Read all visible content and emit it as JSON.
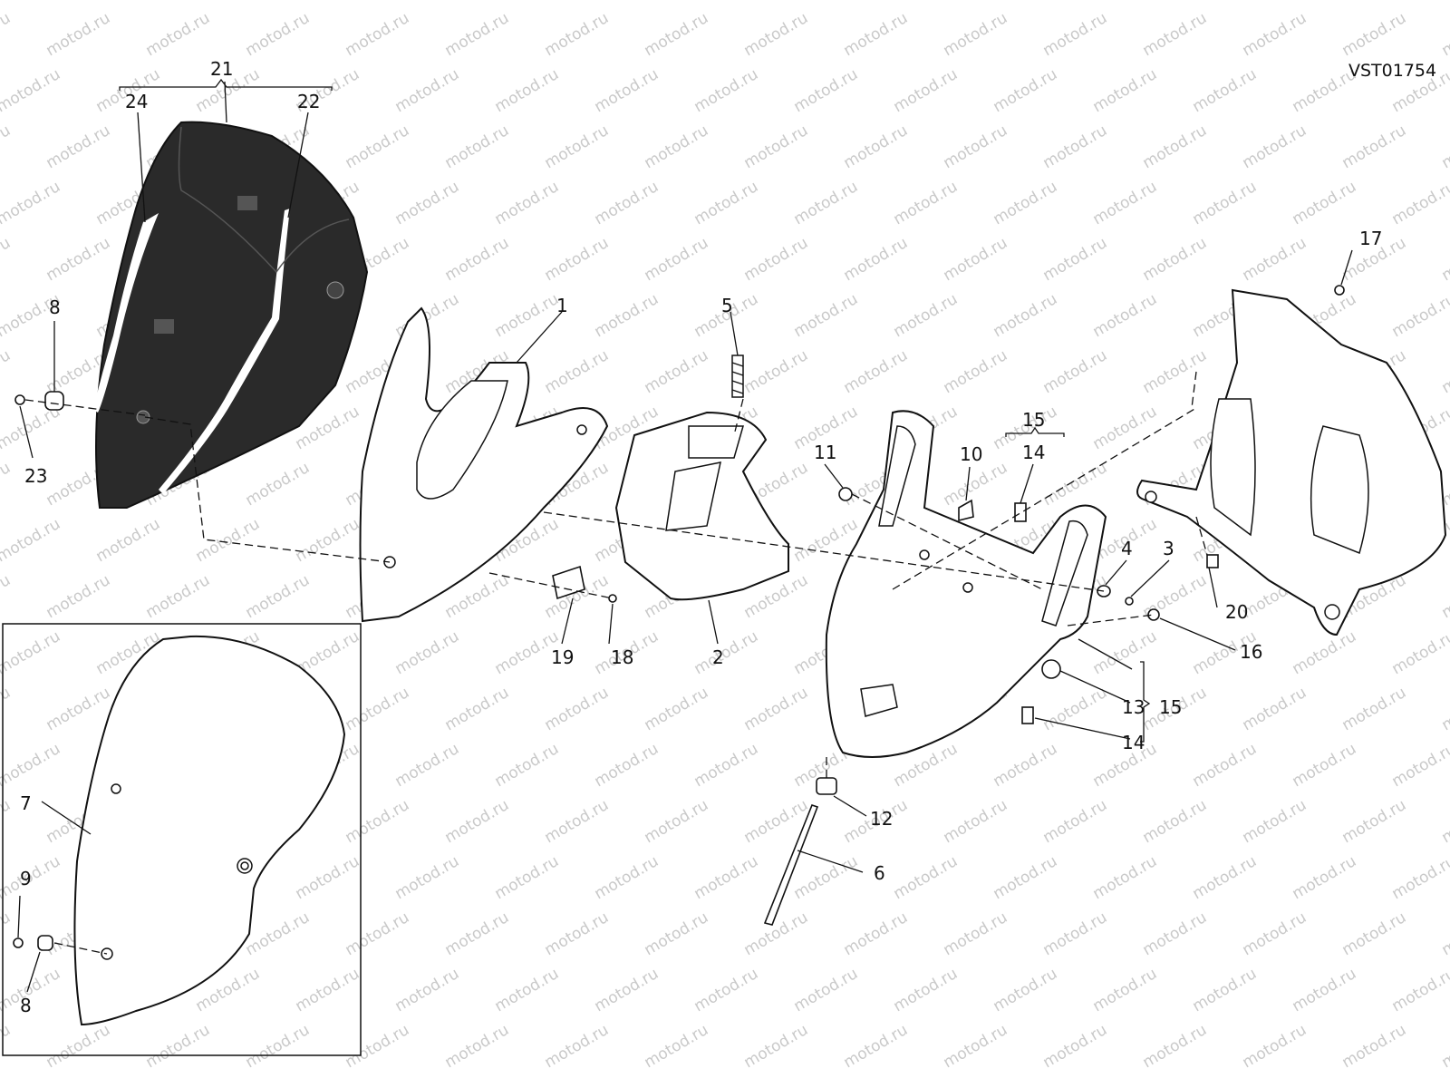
{
  "drawing": {
    "code": "VST01754",
    "watermark": "motod.ru"
  },
  "callouts": {
    "c1": "1",
    "c2": "2",
    "c3": "3",
    "c4": "4",
    "c5": "5",
    "c6": "6",
    "c7": "7",
    "c8a": "8",
    "c8b": "8",
    "c9": "9",
    "c10": "10",
    "c11": "11",
    "c12": "12",
    "c13": "13",
    "c14a": "14",
    "c14b": "14",
    "c15a": "15",
    "c15b": "15",
    "c16": "16",
    "c17": "17",
    "c18": "18",
    "c19": "19",
    "c20": "20",
    "c21": "21",
    "c22": "22",
    "c23": "23",
    "c24": "24"
  }
}
